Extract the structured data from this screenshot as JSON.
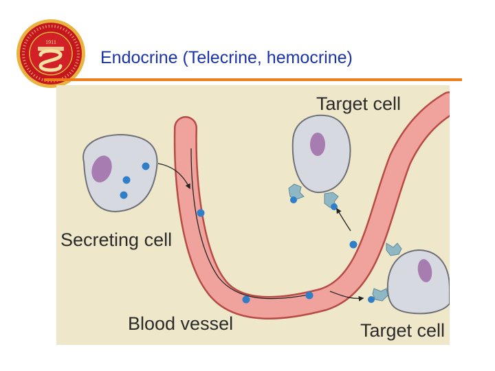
{
  "slide": {
    "title": "Endocrine (Telecrine, hemocrine)"
  },
  "logo": {
    "year": "1911",
    "icon": "university-seal"
  },
  "diagram": {
    "labels": {
      "target_cell_top": "Target cell",
      "secreting_cell": "Secreting cell",
      "blood_vessel": "Blood vessel",
      "target_cell_bottom": "Target cell"
    },
    "colors": {
      "background": "#efe7c9",
      "vessel_fill": "#f0a29c",
      "vessel_edge": "#b84a46",
      "cell_fill": "#d6d9df",
      "nucleus": "#a77cb1",
      "hormone": "#2f7ec8",
      "receptor": "#8fb7c4",
      "title": "#1a33a8",
      "rule": "#f07c1c",
      "seal": "#c4161c",
      "seal_ring": "#e9b33f"
    }
  }
}
